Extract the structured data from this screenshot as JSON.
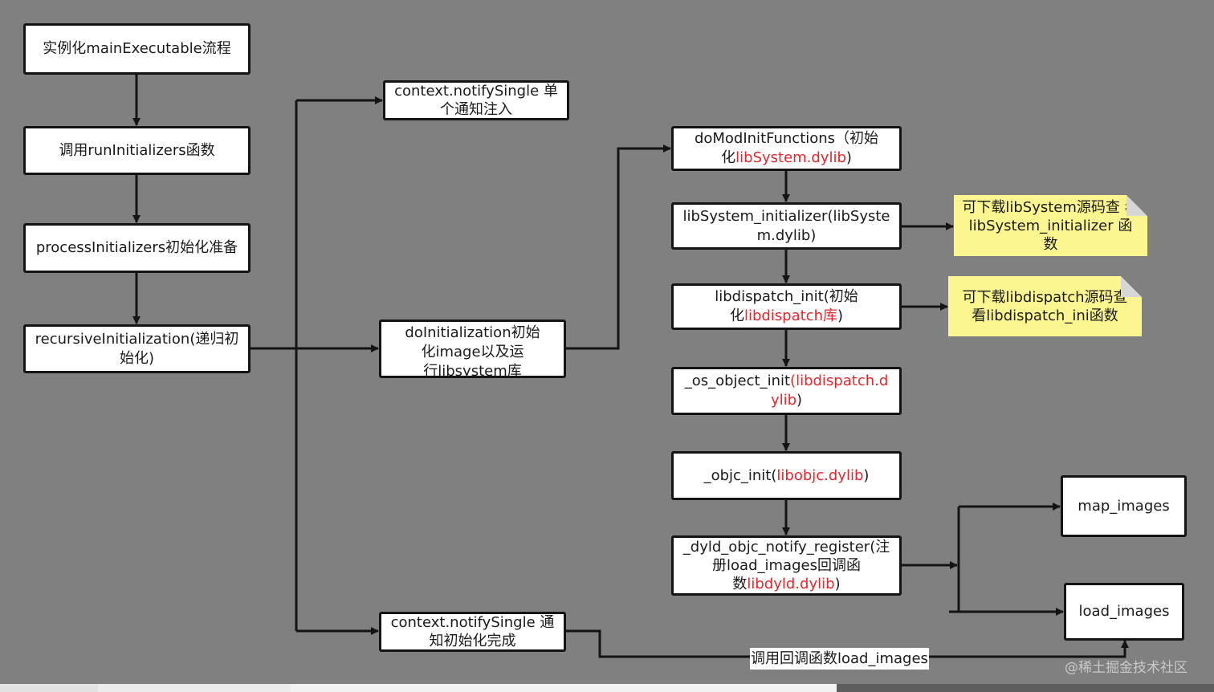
{
  "nodes": {
    "instantiate_main": {
      "text": "实例化mainExecutable流程"
    },
    "run_initializers": {
      "text": "调用runInitializers函数"
    },
    "process_initializers": {
      "text": "processInitializers初始化准备"
    },
    "recursive_initialization": {
      "l1": "recursiveInitialization(递归初",
      "l2": "始化)"
    },
    "notify_single_inject": {
      "l1": "context.notifySingle 单",
      "l2": "个通知注入"
    },
    "do_initialization": {
      "l1": "doInitialization初始",
      "l2": "化image以及运",
      "l3": "行libsystem库"
    },
    "notify_single_done": {
      "l1": "context.notifySingle 通",
      "l2": "知初始化完成"
    },
    "do_mod_init": {
      "l1": "doModInitFunctions（初始",
      "l2_pre": "化",
      "l2_red": "libSystem.dylib",
      "l2_post": ")"
    },
    "libsystem_initializer": {
      "l1": "libSystem_initializer(libSyste",
      "l2": "m.dylib)"
    },
    "libdispatch_init": {
      "l1": "libdispatch_init(初始",
      "l2_pre": "化",
      "l2_red": "libdispatch库",
      "l2_post": ")"
    },
    "os_object_init": {
      "l1_pre": "_os_object_init",
      "l1_red": "(libdispatch.d",
      "l2_red": "ylib",
      "l2_post": ")"
    },
    "objc_init": {
      "pre": "_objc_init(",
      "red": "libobjc.dylib",
      "post": ")"
    },
    "dyld_objc_notify_register": {
      "l1": "_dyld_objc_notify_register(注",
      "l2": "册load_images回调函",
      "l3_pre": "数",
      "l3_red": "libdyld.dylib",
      "l3_post": ")"
    },
    "map_images": {
      "text": "map_images"
    },
    "load_images": {
      "text": "load_images"
    }
  },
  "notes": {
    "libsystem": {
      "l1": "可下载libSystem源码查",
      "l2": "看libSystem_initializer",
      "l3": "函数"
    },
    "libdispatch": {
      "l1": "可下载libdispatch源码查",
      "l2": "看libdispatch_ini函数"
    }
  },
  "edge_label": "调用回调函数load_images",
  "watermark": "@稀土掘金技术社区",
  "colors": {
    "background": "#808080",
    "node_fill": "#ffffff",
    "node_border": "#141414",
    "highlight_red": "#e8262b",
    "note_fill": "#fbf68f",
    "edge": "#141414"
  }
}
